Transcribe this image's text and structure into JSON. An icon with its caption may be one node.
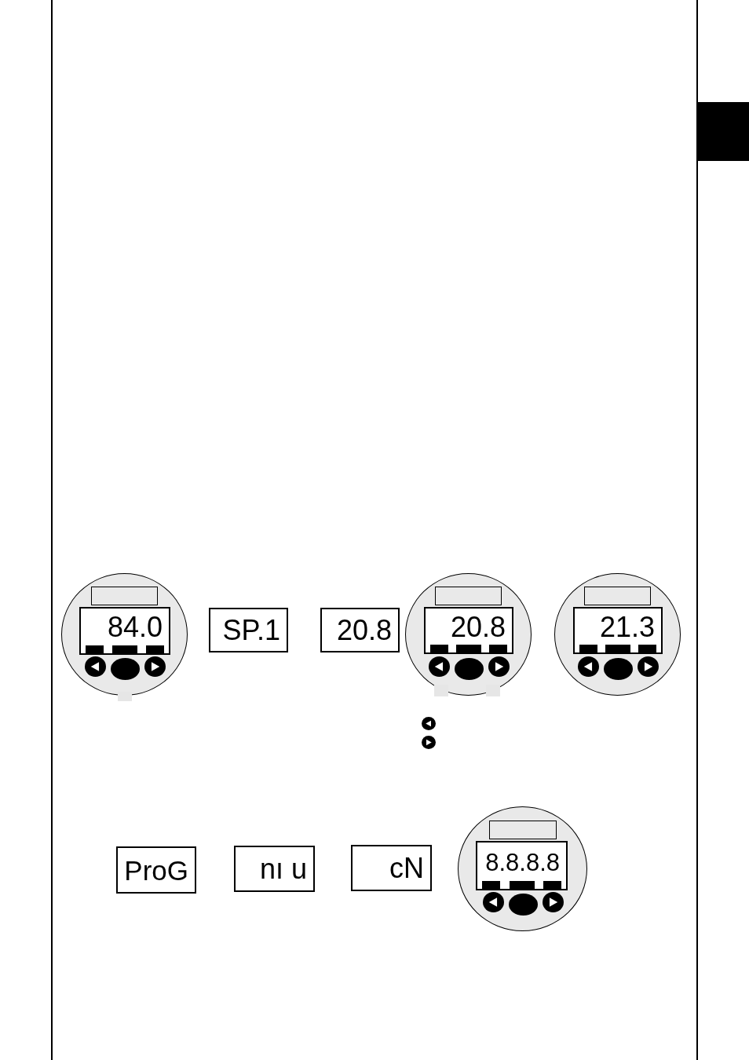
{
  "diagram": {
    "nodes": [
      {
        "text": [],
        "shape": "circle"
      },
      {
        "text": [],
        "shape": "box",
        "in": 0
      },
      {
        "text": [
          "84.0"
        ],
        "in": 0
      },
      {
        "text": [
          "SP.1"
        ]
      },
      {
        "text": [
          "20.8"
        ]
      },
      {
        "text": [],
        "shape": "circle"
      },
      {
        "text": [],
        "shape": "box",
        "in": 5
      },
      {
        "text": [
          "20.8"
        ],
        "in": 5
      },
      {
        "text": [],
        "shape": "circle"
      },
      {
        "text": [],
        "shape": "box",
        "in": 8
      },
      {
        "text": [
          "21.3"
        ],
        "in": 8
      },
      {
        "text": [
          "ProG"
        ]
      },
      {
        "text": [
          "nı u"
        ]
      },
      {
        "text": [
          "cN"
        ]
      },
      {
        "text": [],
        "shape": "circle"
      },
      {
        "text": [],
        "shape": "box",
        "in": 14
      },
      {
        "text": [
          "8.8.8.8"
        ],
        "in": 14
      }
    ]
  }
}
